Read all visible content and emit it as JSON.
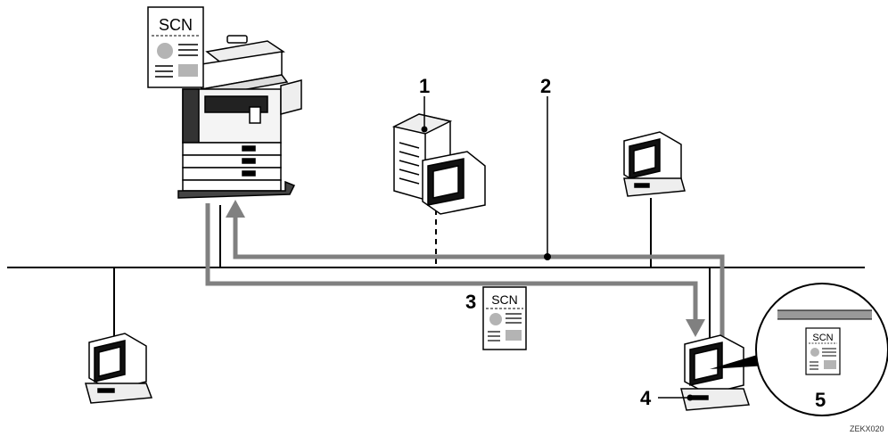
{
  "labels": {
    "server": "1",
    "network_path": "2",
    "document": "3",
    "client_pc": "4",
    "screen_view": "5"
  },
  "document_label": "SCN",
  "figure_code": "ZEKX020",
  "colors": {
    "path_gray": "#808080",
    "doc_gray": "#b4b4b4",
    "titlebar_gray": "#999999"
  }
}
